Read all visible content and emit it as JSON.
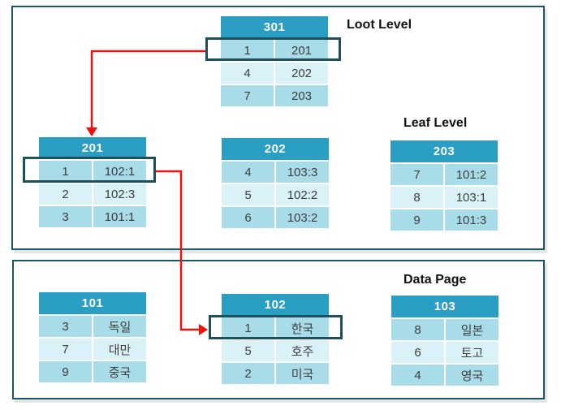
{
  "labels": {
    "root_level": "Loot Level",
    "leaf_level": "Leaf Level",
    "data_page": "Data Page"
  },
  "colors": {
    "header_bg": "#2B9EC4",
    "row_dark": "#A9DCE9",
    "row_light": "#D9F1F7",
    "container_border": "#1E5565",
    "highlight_border": "#1E4F5C",
    "arrow": "#F70D0A",
    "cell_text": "#3D3D3D",
    "header_text": "#FFFFFF"
  },
  "tables": {
    "t301": {
      "title": "301",
      "rows": [
        [
          "1",
          "201"
        ],
        [
          "4",
          "202"
        ],
        [
          "7",
          "203"
        ]
      ],
      "highlighted_row": 0
    },
    "t201": {
      "title": "201",
      "rows": [
        [
          "1",
          "102:1"
        ],
        [
          "2",
          "102:3"
        ],
        [
          "3",
          "101:1"
        ]
      ],
      "highlighted_row": 0
    },
    "t202": {
      "title": "202",
      "rows": [
        [
          "4",
          "103:3"
        ],
        [
          "5",
          "102:2"
        ],
        [
          "6",
          "103:2"
        ]
      ]
    },
    "t203": {
      "title": "203",
      "rows": [
        [
          "7",
          "101:2"
        ],
        [
          "8",
          "103:1"
        ],
        [
          "9",
          "101:3"
        ]
      ]
    },
    "t101": {
      "title": "101",
      "rows": [
        [
          "3",
          "독일"
        ],
        [
          "7",
          "대만"
        ],
        [
          "9",
          "중국"
        ]
      ]
    },
    "t102": {
      "title": "102",
      "rows": [
        [
          "1",
          "한국"
        ],
        [
          "5",
          "호주"
        ],
        [
          "2",
          "미국"
        ]
      ],
      "highlighted_row": 0
    },
    "t103": {
      "title": "103",
      "rows": [
        [
          "8",
          "일본"
        ],
        [
          "6",
          "토고"
        ],
        [
          "4",
          "영국"
        ]
      ]
    }
  },
  "arrows": [
    {
      "name": "arrow-301-row1-to-201",
      "from": "301:1",
      "to": "201"
    },
    {
      "name": "arrow-201-row1-to-102-row1",
      "from": "201:1",
      "to": "102:1"
    }
  ]
}
